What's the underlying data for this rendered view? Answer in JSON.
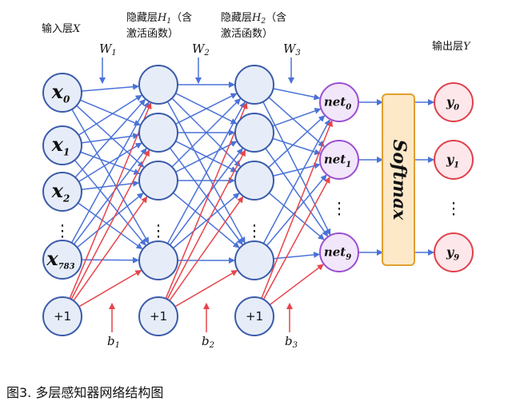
{
  "layers": {
    "input": {
      "title": "输入层",
      "var": "X"
    },
    "hidden1": {
      "title": "隐藏层",
      "var": "H",
      "sub": "1",
      "paren_open": "（含",
      "title2": "激活函数）"
    },
    "hidden2": {
      "title": "隐藏层",
      "var": "H",
      "sub": "2",
      "paren_open": "（含",
      "title2": "激活函数）"
    },
    "output": {
      "title": "输出层",
      "var": "Y"
    }
  },
  "input_nodes": [
    {
      "base": "x",
      "sub": "0"
    },
    {
      "base": "x",
      "sub": "1"
    },
    {
      "base": "x",
      "sub": "2"
    },
    {
      "base": "x",
      "sub": "783"
    }
  ],
  "bias_label": "+1",
  "net_nodes": [
    {
      "base": "net",
      "sub": "0"
    },
    {
      "base": "net",
      "sub": "1"
    },
    {
      "base": "net",
      "sub": "9"
    }
  ],
  "out_nodes": [
    {
      "base": "y",
      "sub": "0"
    },
    {
      "base": "y",
      "sub": "1"
    },
    {
      "base": "y",
      "sub": "9"
    }
  ],
  "softmax_label": "Softmax",
  "weights": [
    {
      "base": "W",
      "sub": "1"
    },
    {
      "base": "W",
      "sub": "2"
    },
    {
      "base": "W",
      "sub": "3"
    }
  ],
  "biases": [
    {
      "base": "b",
      "sub": "1"
    },
    {
      "base": "b",
      "sub": "2"
    },
    {
      "base": "b",
      "sub": "3"
    }
  ],
  "ellipsis": "⋮",
  "caption": "图3. 多层感知器网络结构图",
  "colors": {
    "node_fill": "#e6edf9",
    "node_stroke": "#3b5ba9",
    "weight_edge": "#4a72d8",
    "bias_edge": "#e8444a",
    "net_fill": "#f2e6fb",
    "net_stroke": "#9b4fd0",
    "out_fill": "#fde7ea",
    "out_stroke": "#e0404c",
    "softmax_fill": "#fde8c8",
    "softmax_stroke": "#e0a030"
  }
}
